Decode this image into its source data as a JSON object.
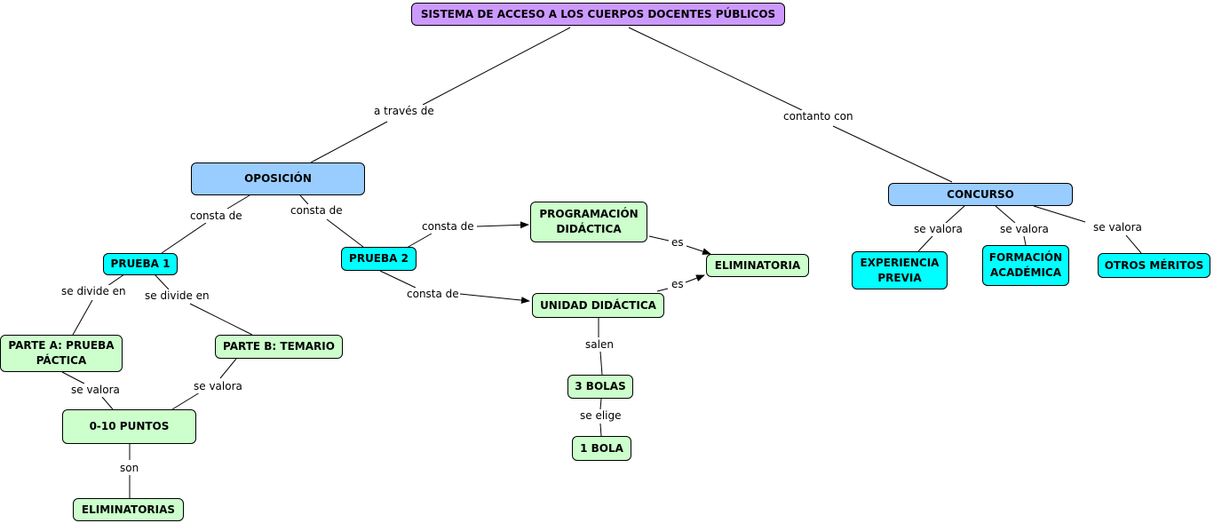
{
  "nodes": {
    "title": "SISTEMA DE ACCESO A LOS CUERPOS DOCENTES PÚBLICOS",
    "oposicion": "OPOSICIÓN",
    "concurso": "CONCURSO",
    "prueba1": "PRUEBA 1",
    "prueba2": "PRUEBA 2",
    "programacion": "PROGRAMACIÓN DIDÁCTICA",
    "unidad": "UNIDAD DIDÁCTICA",
    "eliminatoria": "ELIMINATORIA",
    "parte_a": "PARTE A: PRUEBA PÁCTICA",
    "parte_b": "PARTE B: TEMARIO",
    "puntos": "0-10 PUNTOS",
    "eliminatorias": "ELIMINATORIAS",
    "tres_bolas": "3 BOLAS",
    "una_bola": "1 BOLA",
    "experiencia": "EXPERIENCIA PREVIA",
    "formacion": "FORMACIÓN ACADÉMICA",
    "otros": "OTROS MÉRITOS"
  },
  "labels": {
    "a_traves": "a través de",
    "contanto": "contanto con",
    "consta1": "consta de",
    "consta2": "consta de",
    "consta3": "consta de",
    "consta4": "consta de",
    "divide1": "se divide en",
    "divide2": "se divide en",
    "valora1": "se valora",
    "valora2": "se valora",
    "son": "son",
    "es1": "es",
    "es2": "es",
    "salen": "salen",
    "elige": "se elige",
    "valora3": "se valora",
    "valora4": "se valora",
    "valora5": "se valora"
  },
  "colors": {
    "root": "#cc99ff",
    "main": "#99ccff",
    "sub": "#00ffff",
    "leaf": "#ccffcc"
  }
}
